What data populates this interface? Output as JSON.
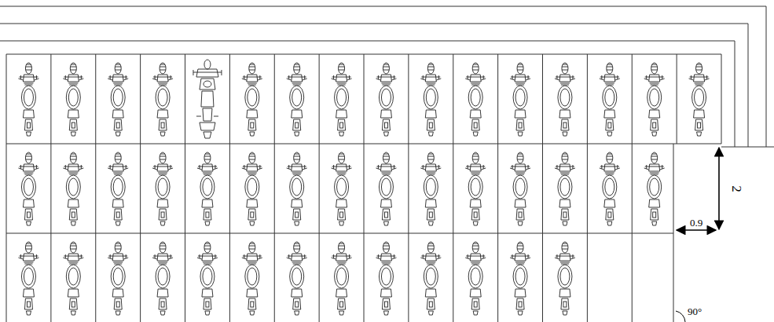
{
  "diagram": {
    "labels": [
      "2",
      "0.9",
      "90°"
    ]
  }
}
